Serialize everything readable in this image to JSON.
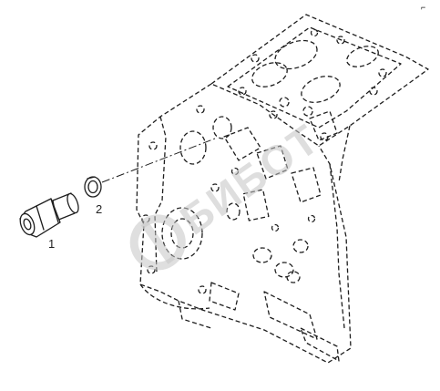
{
  "callouts": {
    "part1": "1",
    "part2": "2"
  },
  "watermark": {
    "text": "БИБОТ"
  },
  "corner_mark": "⌐",
  "colors": {
    "line": "#1e1e1e",
    "watermark": "#c4c4c4",
    "background": "#ffffff"
  }
}
